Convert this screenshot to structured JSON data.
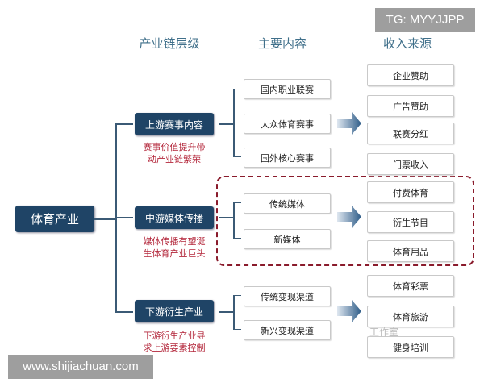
{
  "headers": {
    "level": "产业链层级",
    "content": "主要内容",
    "revenue": "收入来源"
  },
  "root": "体育产业",
  "levels": [
    {
      "label": "上游赛事内容",
      "caption": [
        "赛事价值提升带",
        "动产业链繁荣"
      ],
      "contents": [
        "国内职业联赛",
        "大众体育赛事",
        "国外核心赛事"
      ],
      "revenues": [
        "企业赞助",
        "广告赞助",
        "联赛分红",
        "门票收入"
      ]
    },
    {
      "label": "中游媒体传播",
      "caption": [
        "媒体传播有望诞",
        "生体育产业巨头"
      ],
      "contents": [
        "传统媒体",
        "新媒体"
      ],
      "revenues": [
        "付费体育",
        "衍生节目",
        "体育用品"
      ]
    },
    {
      "label": "下游衍生产业",
      "caption": [
        "下游衍生产业寻",
        "求上游要素控制"
      ],
      "contents": [
        "传统变现渠道",
        "新兴变现渠道"
      ],
      "revenues": [
        "体育彩票",
        "体育旅游",
        "健身培训"
      ]
    }
  ],
  "watermark": "工作室",
  "overlays": {
    "top_tag": "TG: MYYJJPP",
    "bottom_tag": "www.shijiachuan.com"
  },
  "colors": {
    "dark_box": "#1f4466",
    "caption": "#b3263a",
    "highlight": "#8a1b2c"
  }
}
